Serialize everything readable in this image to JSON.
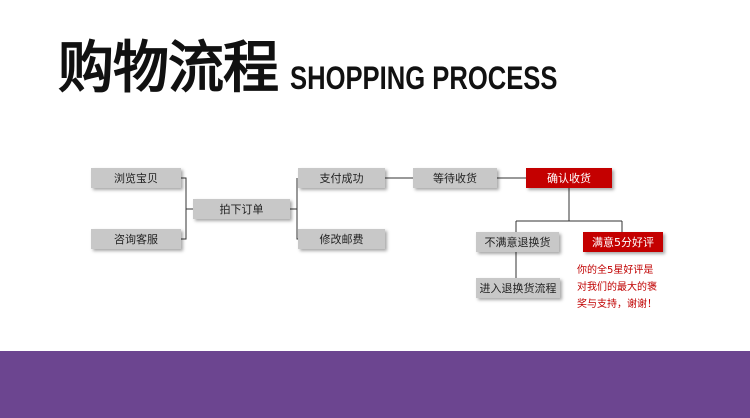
{
  "title": {
    "cn": "购物流程",
    "en": "SHOPPING PROCESS"
  },
  "nodes": {
    "browse": "浏览宝贝",
    "consult": "咨询客服",
    "order": "拍下订单",
    "paid": "支付成功",
    "modify_postage": "修改邮费",
    "await": "等待收货",
    "confirm": "确认收货",
    "unsatisfied": "不满意退换货",
    "satisfied": "满意5分好评",
    "return_flow": "进入退换货流程"
  },
  "note": [
    "你的全5星好评是",
    "对我们的最大的褒",
    "奖与支持，谢谢！"
  ],
  "colors": {
    "accent_red": "#c40000",
    "node_gray": "#c8c8c8",
    "band_purple": "#6c4590"
  }
}
